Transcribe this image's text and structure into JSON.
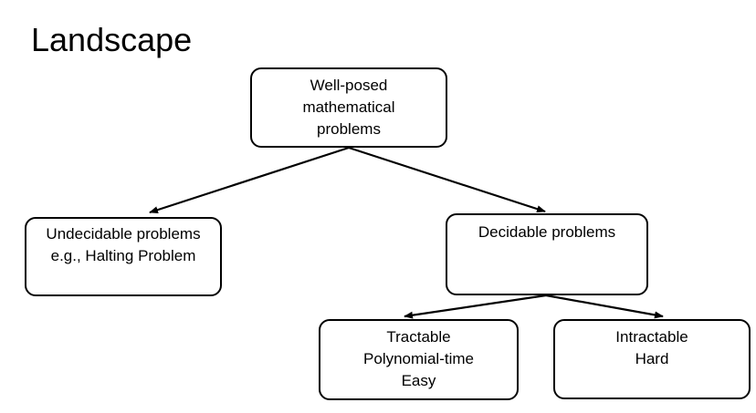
{
  "title": "Landscape",
  "nodes": {
    "root": {
      "lines": [
        "Well-posed",
        "mathematical",
        "problems"
      ]
    },
    "undecidable": {
      "lines": [
        "Undecidable problems",
        "e.g., Halting Problem"
      ]
    },
    "decidable": {
      "lines": [
        "Decidable problems"
      ]
    },
    "tractable": {
      "lines": [
        "Tractable",
        "Polynomial-time",
        "Easy"
      ]
    },
    "intractable": {
      "lines": [
        "Intractable",
        "Hard"
      ]
    }
  },
  "edges": [
    {
      "from": "root",
      "to": "undecidable"
    },
    {
      "from": "root",
      "to": "decidable"
    },
    {
      "from": "decidable",
      "to": "tractable"
    },
    {
      "from": "decidable",
      "to": "intractable"
    }
  ]
}
